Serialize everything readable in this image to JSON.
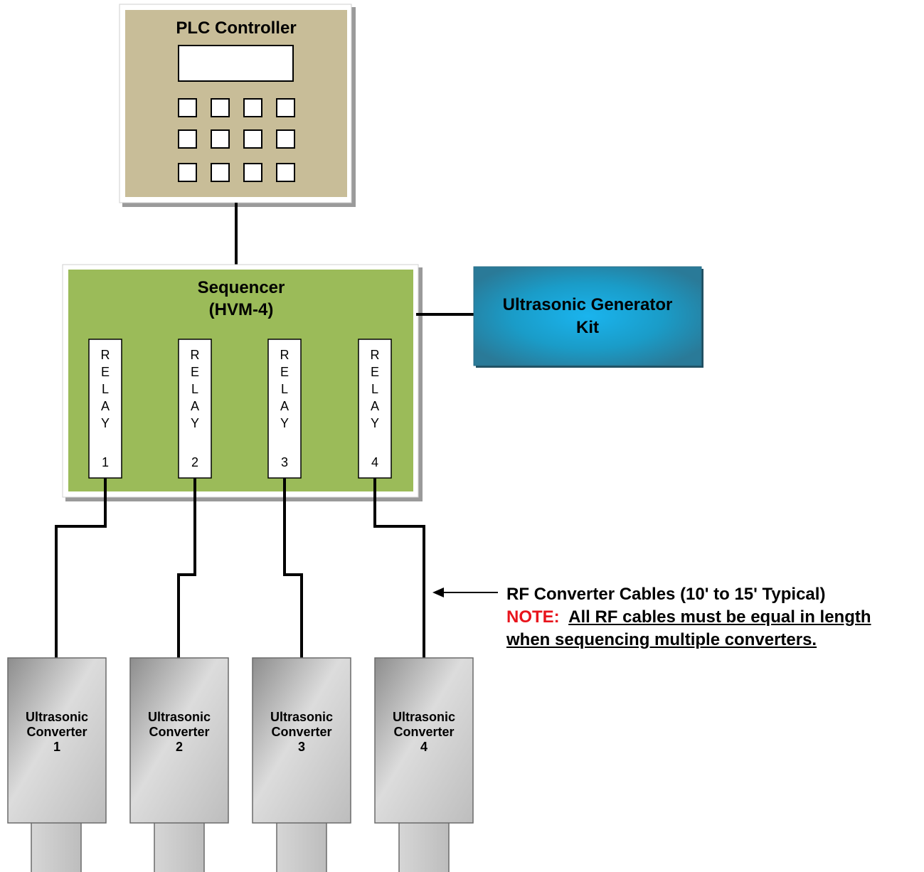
{
  "plc": {
    "title": "PLC Controller"
  },
  "sequencer": {
    "title_line1": "Sequencer",
    "title_line2": "(HVM-4)"
  },
  "relays": [
    {
      "letters": [
        "R",
        "E",
        "L",
        "A",
        "Y"
      ],
      "number": "1"
    },
    {
      "letters": [
        "R",
        "E",
        "L",
        "A",
        "Y"
      ],
      "number": "2"
    },
    {
      "letters": [
        "R",
        "E",
        "L",
        "A",
        "Y"
      ],
      "number": "3"
    },
    {
      "letters": [
        "R",
        "E",
        "L",
        "A",
        "Y"
      ],
      "number": "4"
    }
  ],
  "generator": {
    "line1": "Ultrasonic Generator",
    "line2": "Kit"
  },
  "converters": [
    {
      "line1": "Ultrasonic",
      "line2": "Converter",
      "number": "1"
    },
    {
      "line1": "Ultrasonic",
      "line2": "Converter",
      "number": "2"
    },
    {
      "line1": "Ultrasonic",
      "line2": "Converter",
      "number": "3"
    },
    {
      "line1": "Ultrasonic",
      "line2": "Converter",
      "number": "4"
    }
  ],
  "cable_note": {
    "label": "RF Converter Cables (10' to 15' Typical)",
    "note_prefix": "NOTE:",
    "note_line1": "All RF cables must be equal in length",
    "note_line2": "when sequencing multiple converters."
  },
  "colors": {
    "plc_fill": "#c8bd98",
    "sequencer_fill": "#9bbb59",
    "generator_fill": "#1ab0e8",
    "converter_fill": "#c4c4c4",
    "note_red": "#e8141c"
  }
}
